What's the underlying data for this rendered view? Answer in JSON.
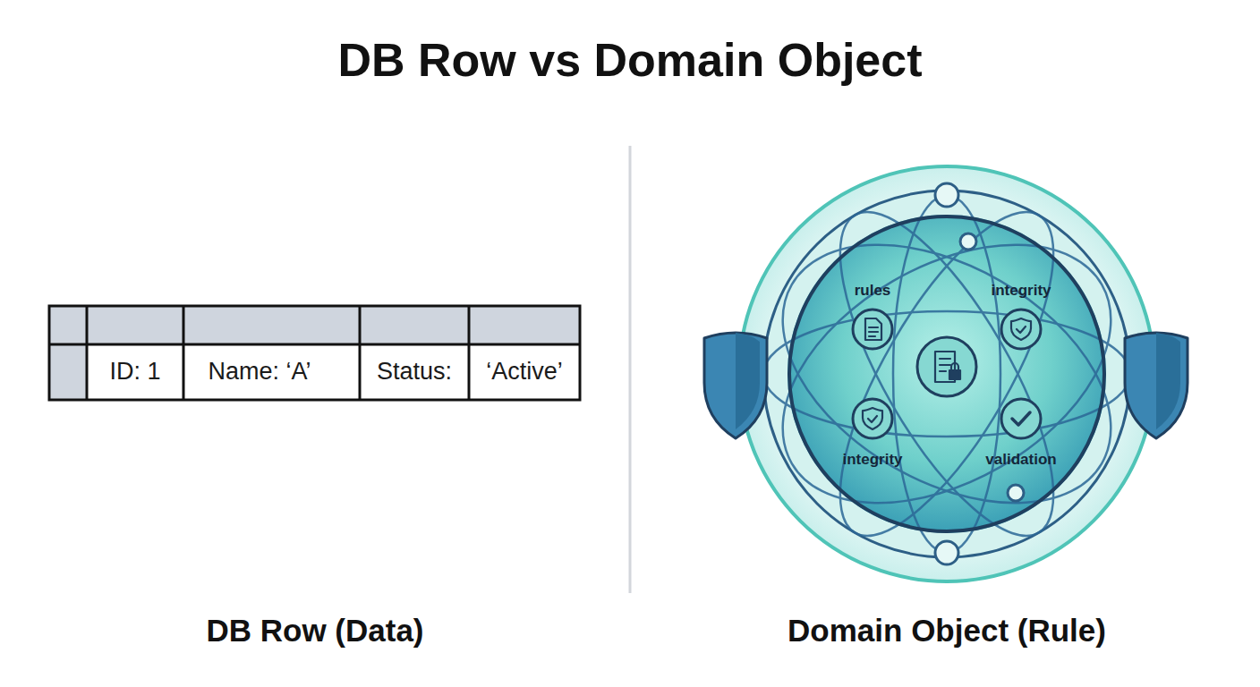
{
  "diagram": {
    "title": "DB Row vs Domain Object",
    "nodes": [
      {
        "text": [
          "rules",
          "integrity",
          "integrity",
          "validation"
        ]
      }
    ],
    "labels": [
      "ID: 1",
      "Name: ‘A’",
      "Status:",
      "‘Active’",
      "DB Row (Data)",
      "Domain Object (Rule)"
    ]
  }
}
